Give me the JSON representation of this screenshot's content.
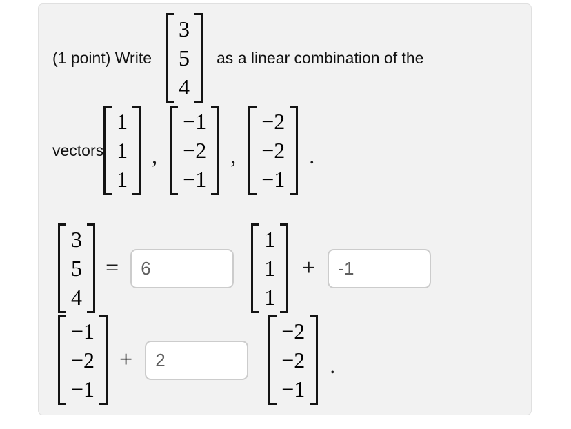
{
  "texts": {
    "write_prefix": "(1 point) Write",
    "linear_combination": "as a linear combination of the",
    "vectors_label": "vectors",
    "comma": ",",
    "period": ".",
    "equals": "=",
    "plus": "+"
  },
  "vectors": {
    "target": [
      "3",
      "5",
      "4"
    ],
    "v1": [
      "1",
      "1",
      "1"
    ],
    "v2": [
      "−1",
      "−2",
      "−1"
    ],
    "v3": [
      "−2",
      "−2",
      "−1"
    ]
  },
  "answers": {
    "coefficient1": "6",
    "coefficient2": "-1",
    "coefficient3": "2"
  },
  "colors": {
    "panel_bg": "#f2f2f2",
    "panel_border": "#e0e0e0",
    "input_border": "#cccccc",
    "input_text": "#5f5f5f",
    "text": "#111111",
    "bracket": "#141414"
  }
}
